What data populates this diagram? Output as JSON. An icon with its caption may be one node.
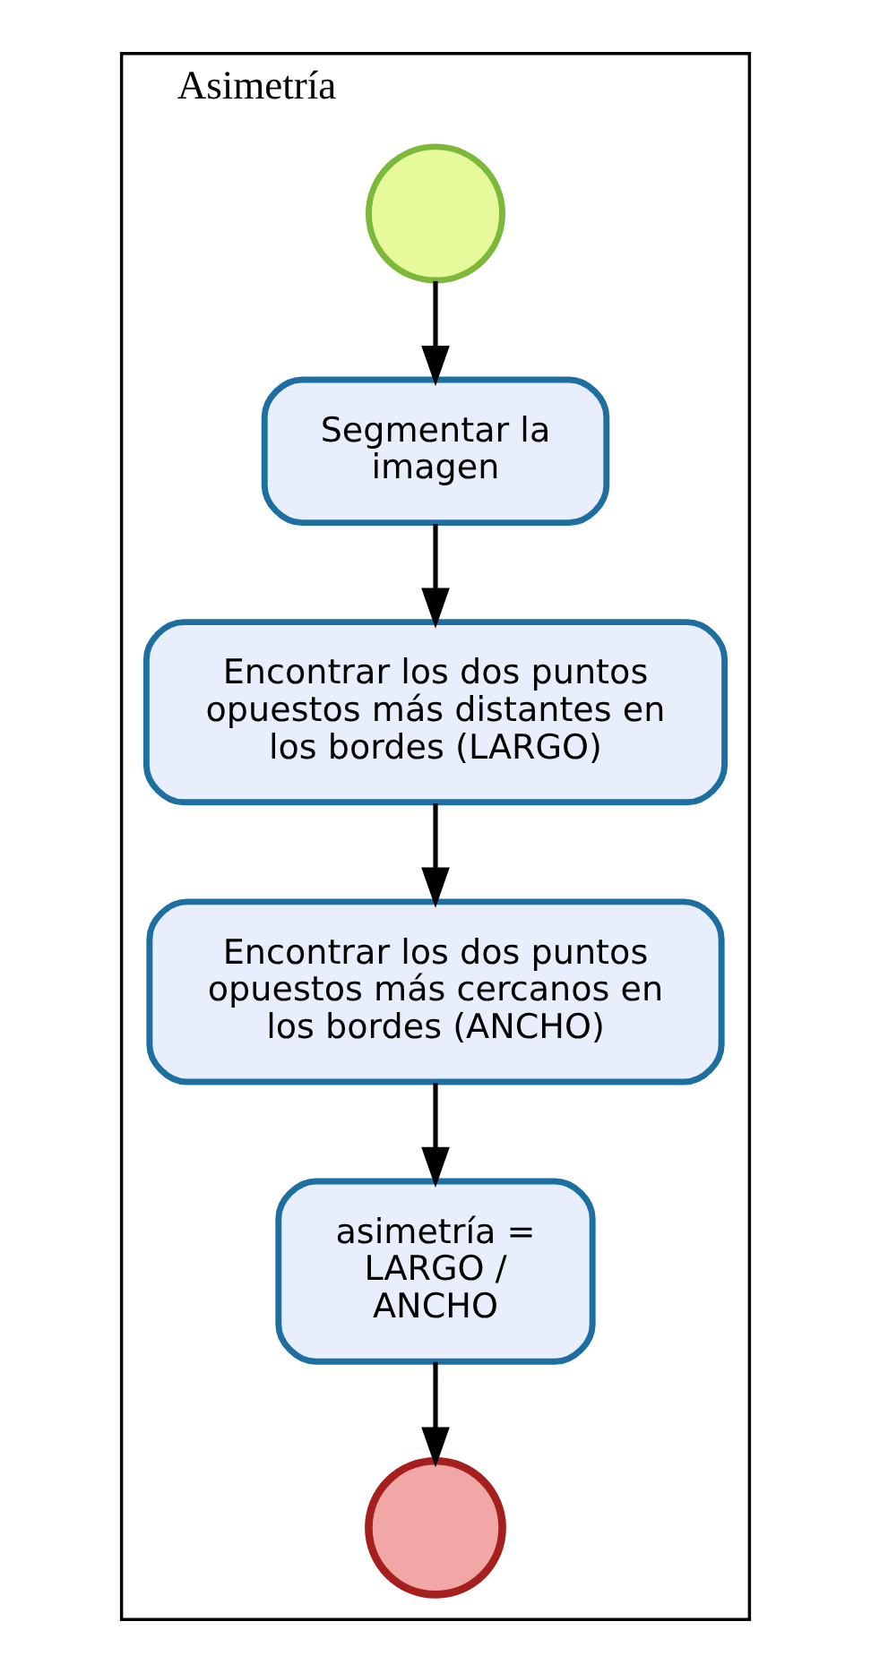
{
  "diagram": {
    "nodes": [
      {
        "text": [
          "Asimetría"
        ]
      },
      {
        "text": [],
        "shape": "circle",
        "in": 0
      },
      {
        "text": [
          "Segmentar la imagen"
        ],
        "in": 0
      },
      {
        "text": [
          "Encontrar los dos puntos opuestos más distantes en los bordes (LARGO)"
        ],
        "in": 0
      },
      {
        "text": [
          "Encontrar los dos puntos opuestos más cercanos en los bordes (ANCHO)"
        ],
        "in": 0
      },
      {
        "text": [
          "asimetría = LARGO / ANCHO"
        ],
        "in": 0
      },
      {
        "text": [],
        "shape": "circle",
        "in": 0
      }
    ],
    "edges": [
      {
        "from": 1,
        "to": 2,
        "arrow": "to"
      },
      {
        "from": 2,
        "to": 3,
        "arrow": "to"
      },
      {
        "from": 3,
        "to": 4,
        "arrow": "to"
      },
      {
        "from": 4,
        "to": 5,
        "arrow": "to"
      },
      {
        "from": 5,
        "to": 6,
        "arrow": "to"
      }
    ]
  }
}
